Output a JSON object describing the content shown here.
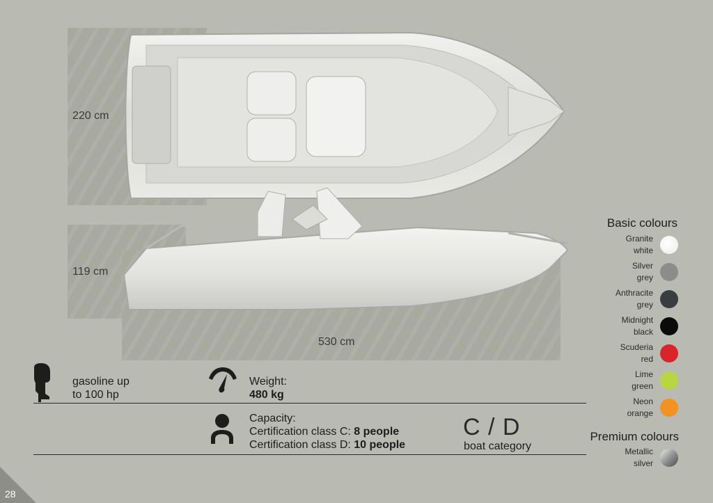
{
  "dimensions": {
    "width": "220 cm",
    "height": "119 cm",
    "length": "530 cm"
  },
  "specs": {
    "engine": {
      "icon": "outboard-motor-icon",
      "line1": "gasoline up",
      "line2": "to 100 hp"
    },
    "weight": {
      "icon": "speedometer-icon",
      "label": "Weight:",
      "value": "480 kg"
    },
    "capacity": {
      "icon": "person-icon",
      "label": "Capacity:",
      "c_prefix": "Certification class C: ",
      "c_value": "8 people",
      "d_prefix": "Certification class D: ",
      "d_value": "10 people"
    },
    "category": {
      "value": "C / D",
      "label": "boat category"
    }
  },
  "colours": {
    "basic_title": "Basic colours",
    "basic": [
      {
        "line1": "Granite",
        "line2": "white",
        "color": "#ececea"
      },
      {
        "line1": "Silver",
        "line2": "grey",
        "color": "#8c8d8b"
      },
      {
        "line1": "Anthracite",
        "line2": "grey",
        "color": "#3a3d40"
      },
      {
        "line1": "Midnight",
        "line2": "black",
        "color": "#0b0b0c"
      },
      {
        "line1": "Scuderia",
        "line2": "red",
        "color": "#d9252a"
      },
      {
        "line1": "Lime",
        "line2": "green",
        "color": "#b7d641"
      },
      {
        "line1": "Neon",
        "line2": "orange",
        "color": "#f39220"
      }
    ],
    "premium_title": "Premium colours",
    "premium": [
      {
        "line1": "Metallic",
        "line2": "silver",
        "color": "#9a9b9c"
      }
    ]
  },
  "page_number": "28"
}
